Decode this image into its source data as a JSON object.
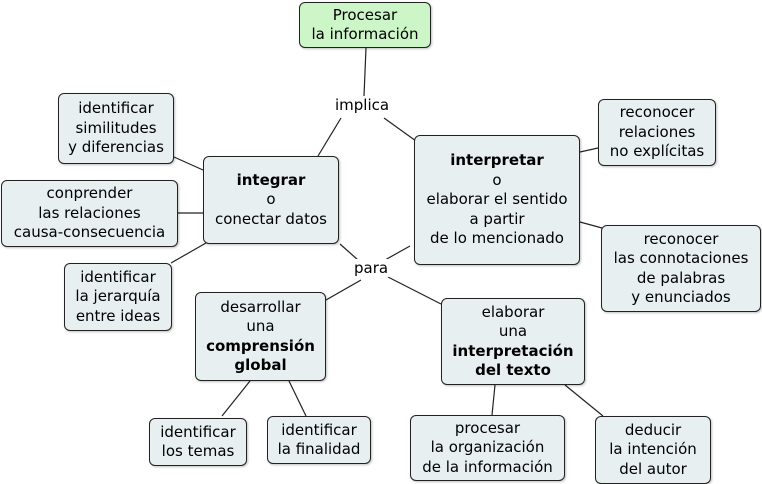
{
  "colors": {
    "root_fill": "#ccf5c8",
    "node_fill": "#e8eff1",
    "border": "#222222",
    "link": "#222222"
  },
  "nodes": {
    "procesar_info": [
      "Procesar",
      "la información"
    ],
    "integrar": {
      "bold": "integrar",
      "lines": [
        "o",
        "conectar datos"
      ]
    },
    "interpretar": {
      "bold": "interpretar",
      "lines": [
        "o",
        "elaborar el sentido",
        "a partir",
        "de lo mencionado"
      ]
    },
    "similitudes": [
      "identificar",
      "similitudes",
      "y diferencias"
    ],
    "causa": [
      "conprender",
      "las relaciones",
      "causa-consecuencia"
    ],
    "jerarquia": [
      "identificar",
      "la jerarquía",
      "entre ideas"
    ],
    "relaciones_no_explicitas": [
      "reconocer",
      "relaciones",
      "no explícitas"
    ],
    "connotaciones": [
      "reconocer",
      "las connotaciones",
      "de palabras",
      "y enunciados"
    ],
    "comprension": {
      "lines": [
        "desarrollar",
        "una"
      ],
      "bold": [
        "comprensión",
        "global"
      ]
    },
    "interpretacion": {
      "lines": [
        "elaborar",
        "una"
      ],
      "bold": [
        "interpretación",
        "del texto"
      ]
    },
    "temas": [
      "identificar",
      "los temas"
    ],
    "finalidad": [
      "identificar",
      "la finalidad"
    ],
    "organizacion": [
      "procesar",
      "la organización",
      "de la información"
    ],
    "intencion": [
      "deducir",
      "la intención",
      "del autor"
    ]
  },
  "phrases": {
    "implica": "implica",
    "para": "para"
  }
}
